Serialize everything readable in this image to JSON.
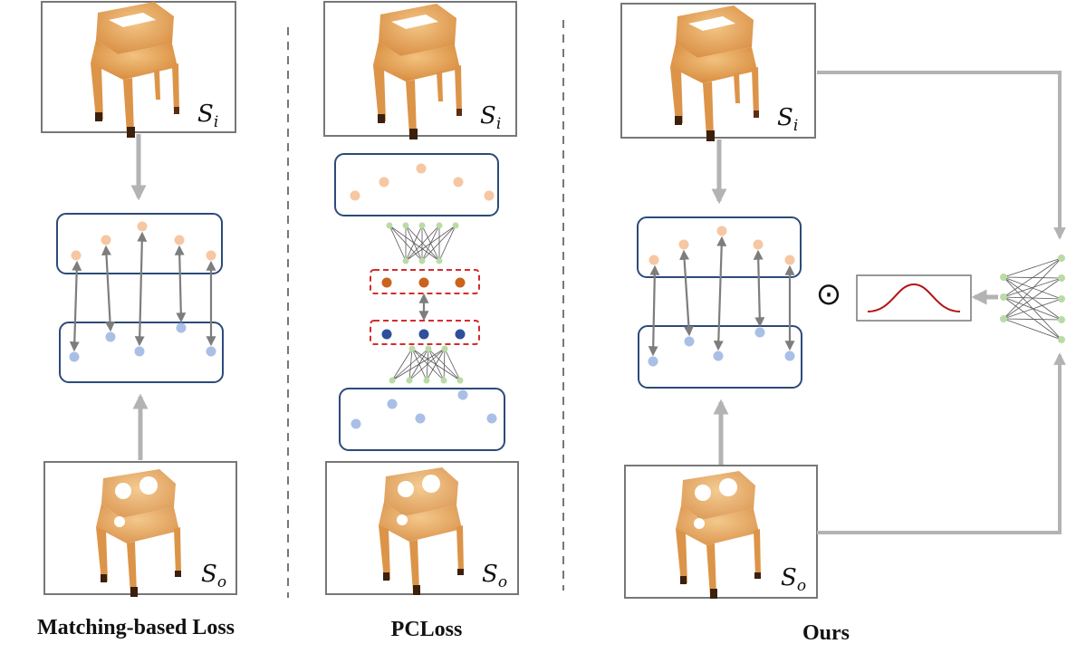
{
  "panels": [
    {
      "caption": "Matching-based Loss",
      "input_label": {
        "base": "S",
        "sub": "i"
      },
      "output_label": {
        "base": "S",
        "sub": "o"
      }
    },
    {
      "caption": "PCLoss",
      "input_label": {
        "base": "S",
        "sub": "i"
      },
      "output_label": {
        "base": "S",
        "sub": "o"
      }
    },
    {
      "caption": "Ours",
      "input_label": {
        "base": "S",
        "sub": "i"
      },
      "output_label": {
        "base": "S",
        "sub": "o"
      },
      "operator_symbol": "⊙"
    }
  ],
  "colors": {
    "input_points": "#f6c7a2",
    "output_points": "#a9bfe6",
    "feature_input": "#c9631e",
    "feature_output": "#2e4f9a",
    "network_nodes": "#b9dca4",
    "box_border": "#2d4a7a",
    "feature_box_border": "#d42c2c",
    "arrow": "#8a8a8a",
    "flow_arrow": "#b3b3b3",
    "gaussian_curve": "#b01414",
    "chair": "#e6a55c"
  }
}
